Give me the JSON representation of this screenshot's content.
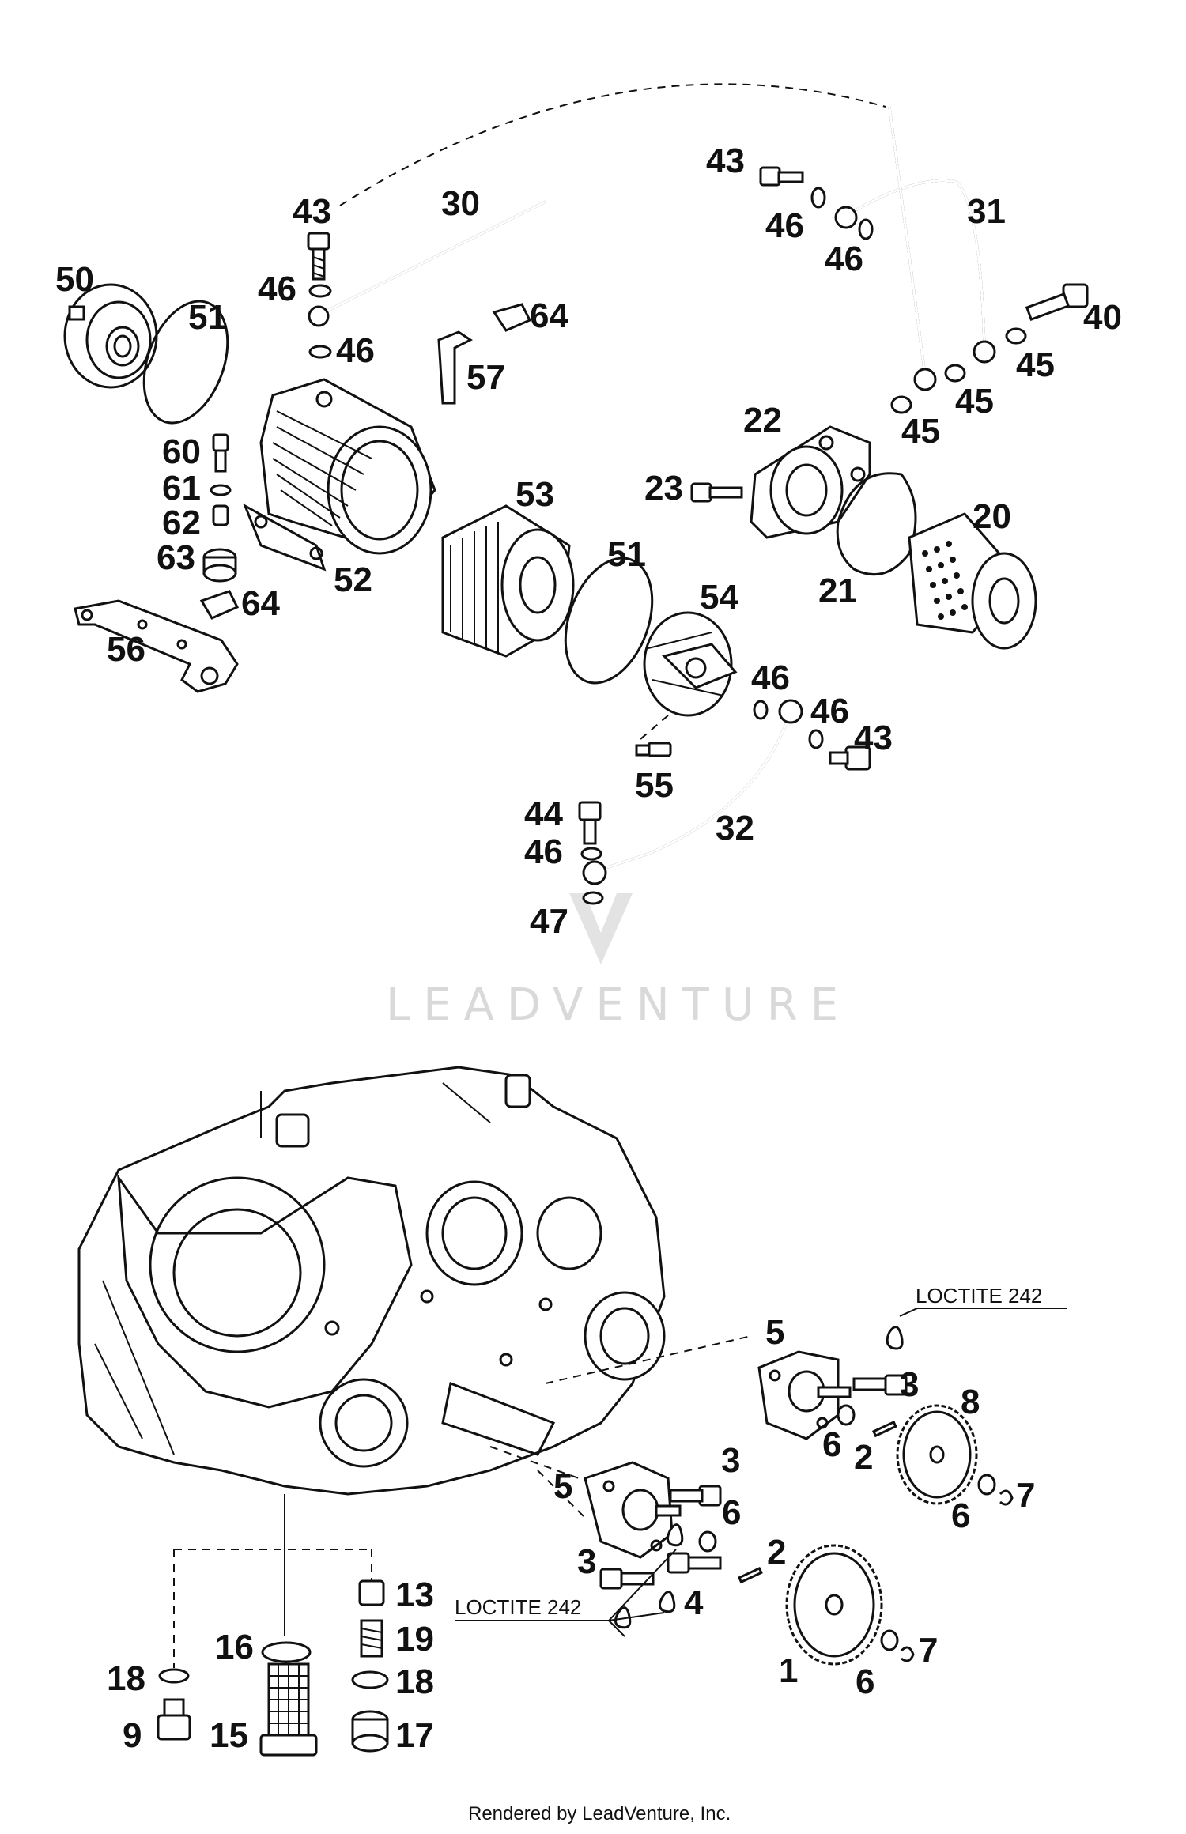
{
  "callouts": [
    {
      "text": "43"
    },
    {
      "text": "30"
    },
    {
      "text": "50"
    },
    {
      "text": "51"
    },
    {
      "text": "46"
    },
    {
      "text": "46"
    },
    {
      "text": "43"
    },
    {
      "text": "46"
    },
    {
      "text": "46"
    },
    {
      "text": "31"
    },
    {
      "text": "40"
    },
    {
      "text": "45"
    },
    {
      "text": "45"
    },
    {
      "text": "45"
    },
    {
      "text": "64"
    },
    {
      "text": "57"
    },
    {
      "text": "60"
    },
    {
      "text": "61"
    },
    {
      "text": "62"
    },
    {
      "text": "63"
    },
    {
      "text": "64"
    },
    {
      "text": "52"
    },
    {
      "text": "53"
    },
    {
      "text": "22"
    },
    {
      "text": "23"
    },
    {
      "text": "20"
    },
    {
      "text": "21"
    },
    {
      "text": "51"
    },
    {
      "text": "54"
    },
    {
      "text": "56"
    },
    {
      "text": "46"
    },
    {
      "text": "46"
    },
    {
      "text": "43"
    },
    {
      "text": "55"
    },
    {
      "text": "44"
    },
    {
      "text": "46"
    },
    {
      "text": "32"
    },
    {
      "text": "47"
    },
    {
      "text": "5"
    },
    {
      "text": "3"
    },
    {
      "text": "8"
    },
    {
      "text": "6"
    },
    {
      "text": "2"
    },
    {
      "text": "5"
    },
    {
      "text": "3"
    },
    {
      "text": "6"
    },
    {
      "text": "6"
    },
    {
      "text": "7"
    },
    {
      "text": "2"
    },
    {
      "text": "3"
    },
    {
      "text": "4"
    },
    {
      "text": "7"
    },
    {
      "text": "1"
    },
    {
      "text": "6"
    },
    {
      "text": "13"
    },
    {
      "text": "16"
    },
    {
      "text": "19"
    },
    {
      "text": "18"
    },
    {
      "text": "18"
    },
    {
      "text": "9"
    },
    {
      "text": "15"
    },
    {
      "text": "17"
    }
  ],
  "notes": {
    "loctite_upper": "LOCTITE 242",
    "loctite_lower": "LOCTITE 242"
  },
  "watermark": "LEADVENTURE",
  "footer": "Rendered by LeadVenture, Inc."
}
